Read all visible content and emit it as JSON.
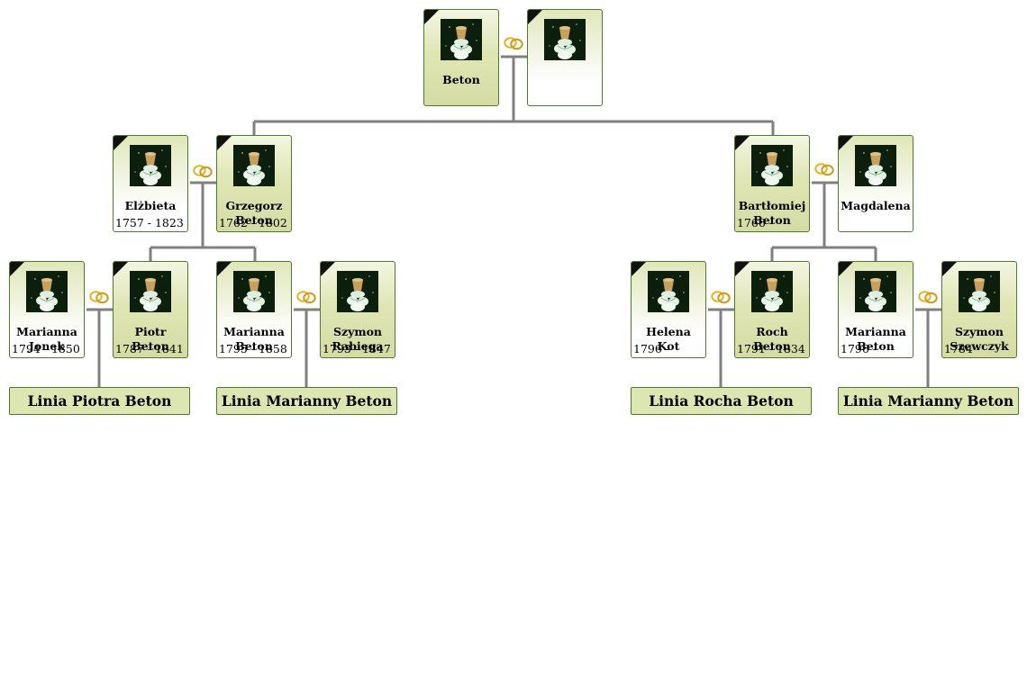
{
  "people": [
    {
      "id": "p-beton-root",
      "name": "Beton",
      "dates": "",
      "sex": "male"
    },
    {
      "id": "p-root-spouse",
      "name": "",
      "dates": "",
      "sex": "female"
    },
    {
      "id": "p-elzbieta",
      "name": "Elżbieta",
      "dates": "1757 - 1823",
      "sex": "female"
    },
    {
      "id": "p-grzegorz-beton",
      "name": "Grzegorz\nBeton",
      "dates": "1762 - 1802",
      "sex": "male"
    },
    {
      "id": "p-bartlomiej-beton",
      "name": "Bartłomiej\nBeton",
      "dates": "1766 -",
      "sex": "male"
    },
    {
      "id": "p-magdalena",
      "name": "Magdalena",
      "dates": "",
      "sex": "female"
    },
    {
      "id": "p-marianna-jonek",
      "name": "Marianna\nJonek",
      "dates": "1794 - 1850",
      "sex": "female"
    },
    {
      "id": "p-piotr-beton",
      "name": "Piotr\nBeton",
      "dates": "1787 - 1841",
      "sex": "male"
    },
    {
      "id": "p-marianna-beton-1",
      "name": "Marianna\nBeton",
      "dates": "1795 - 1858",
      "sex": "female"
    },
    {
      "id": "p-szymon-rabiega",
      "name": "Szymon\nRabiega",
      "dates": "1793 - 1847",
      "sex": "male"
    },
    {
      "id": "p-helena-kot",
      "name": "Helena\nKot",
      "dates": "1796 -",
      "sex": "female"
    },
    {
      "id": "p-roch-beton",
      "name": "Roch\nBeton",
      "dates": "1791 - 1834",
      "sex": "male"
    },
    {
      "id": "p-marianna-beton-2",
      "name": "Marianna\nBeton",
      "dates": "1796 -",
      "sex": "female"
    },
    {
      "id": "p-szymon-szewczyk",
      "name": "Szymon\nSzewczyk",
      "dates": "1784 -",
      "sex": "male"
    }
  ],
  "lineages": [
    {
      "id": "line-piotra",
      "label": "Linia Piotra Beton"
    },
    {
      "id": "line-marianny-1",
      "label": "Linia Marianny Beton"
    },
    {
      "id": "line-rocha",
      "label": "Linia Rocha Beton"
    },
    {
      "id": "line-marianny-2",
      "label": "Linia Marianny Beton"
    }
  ],
  "colors": {
    "male_fill": "#d4dca3",
    "female_fill": "#ffffff",
    "border": "#4f7a2e",
    "connector": "#808080",
    "rings": "#e6b422",
    "mourning": "#111111"
  },
  "icons": {
    "marriage": "wedding-rings-icon",
    "mourning": "mourning-ribbon-icon",
    "photo": "memorial-candle-photo"
  }
}
